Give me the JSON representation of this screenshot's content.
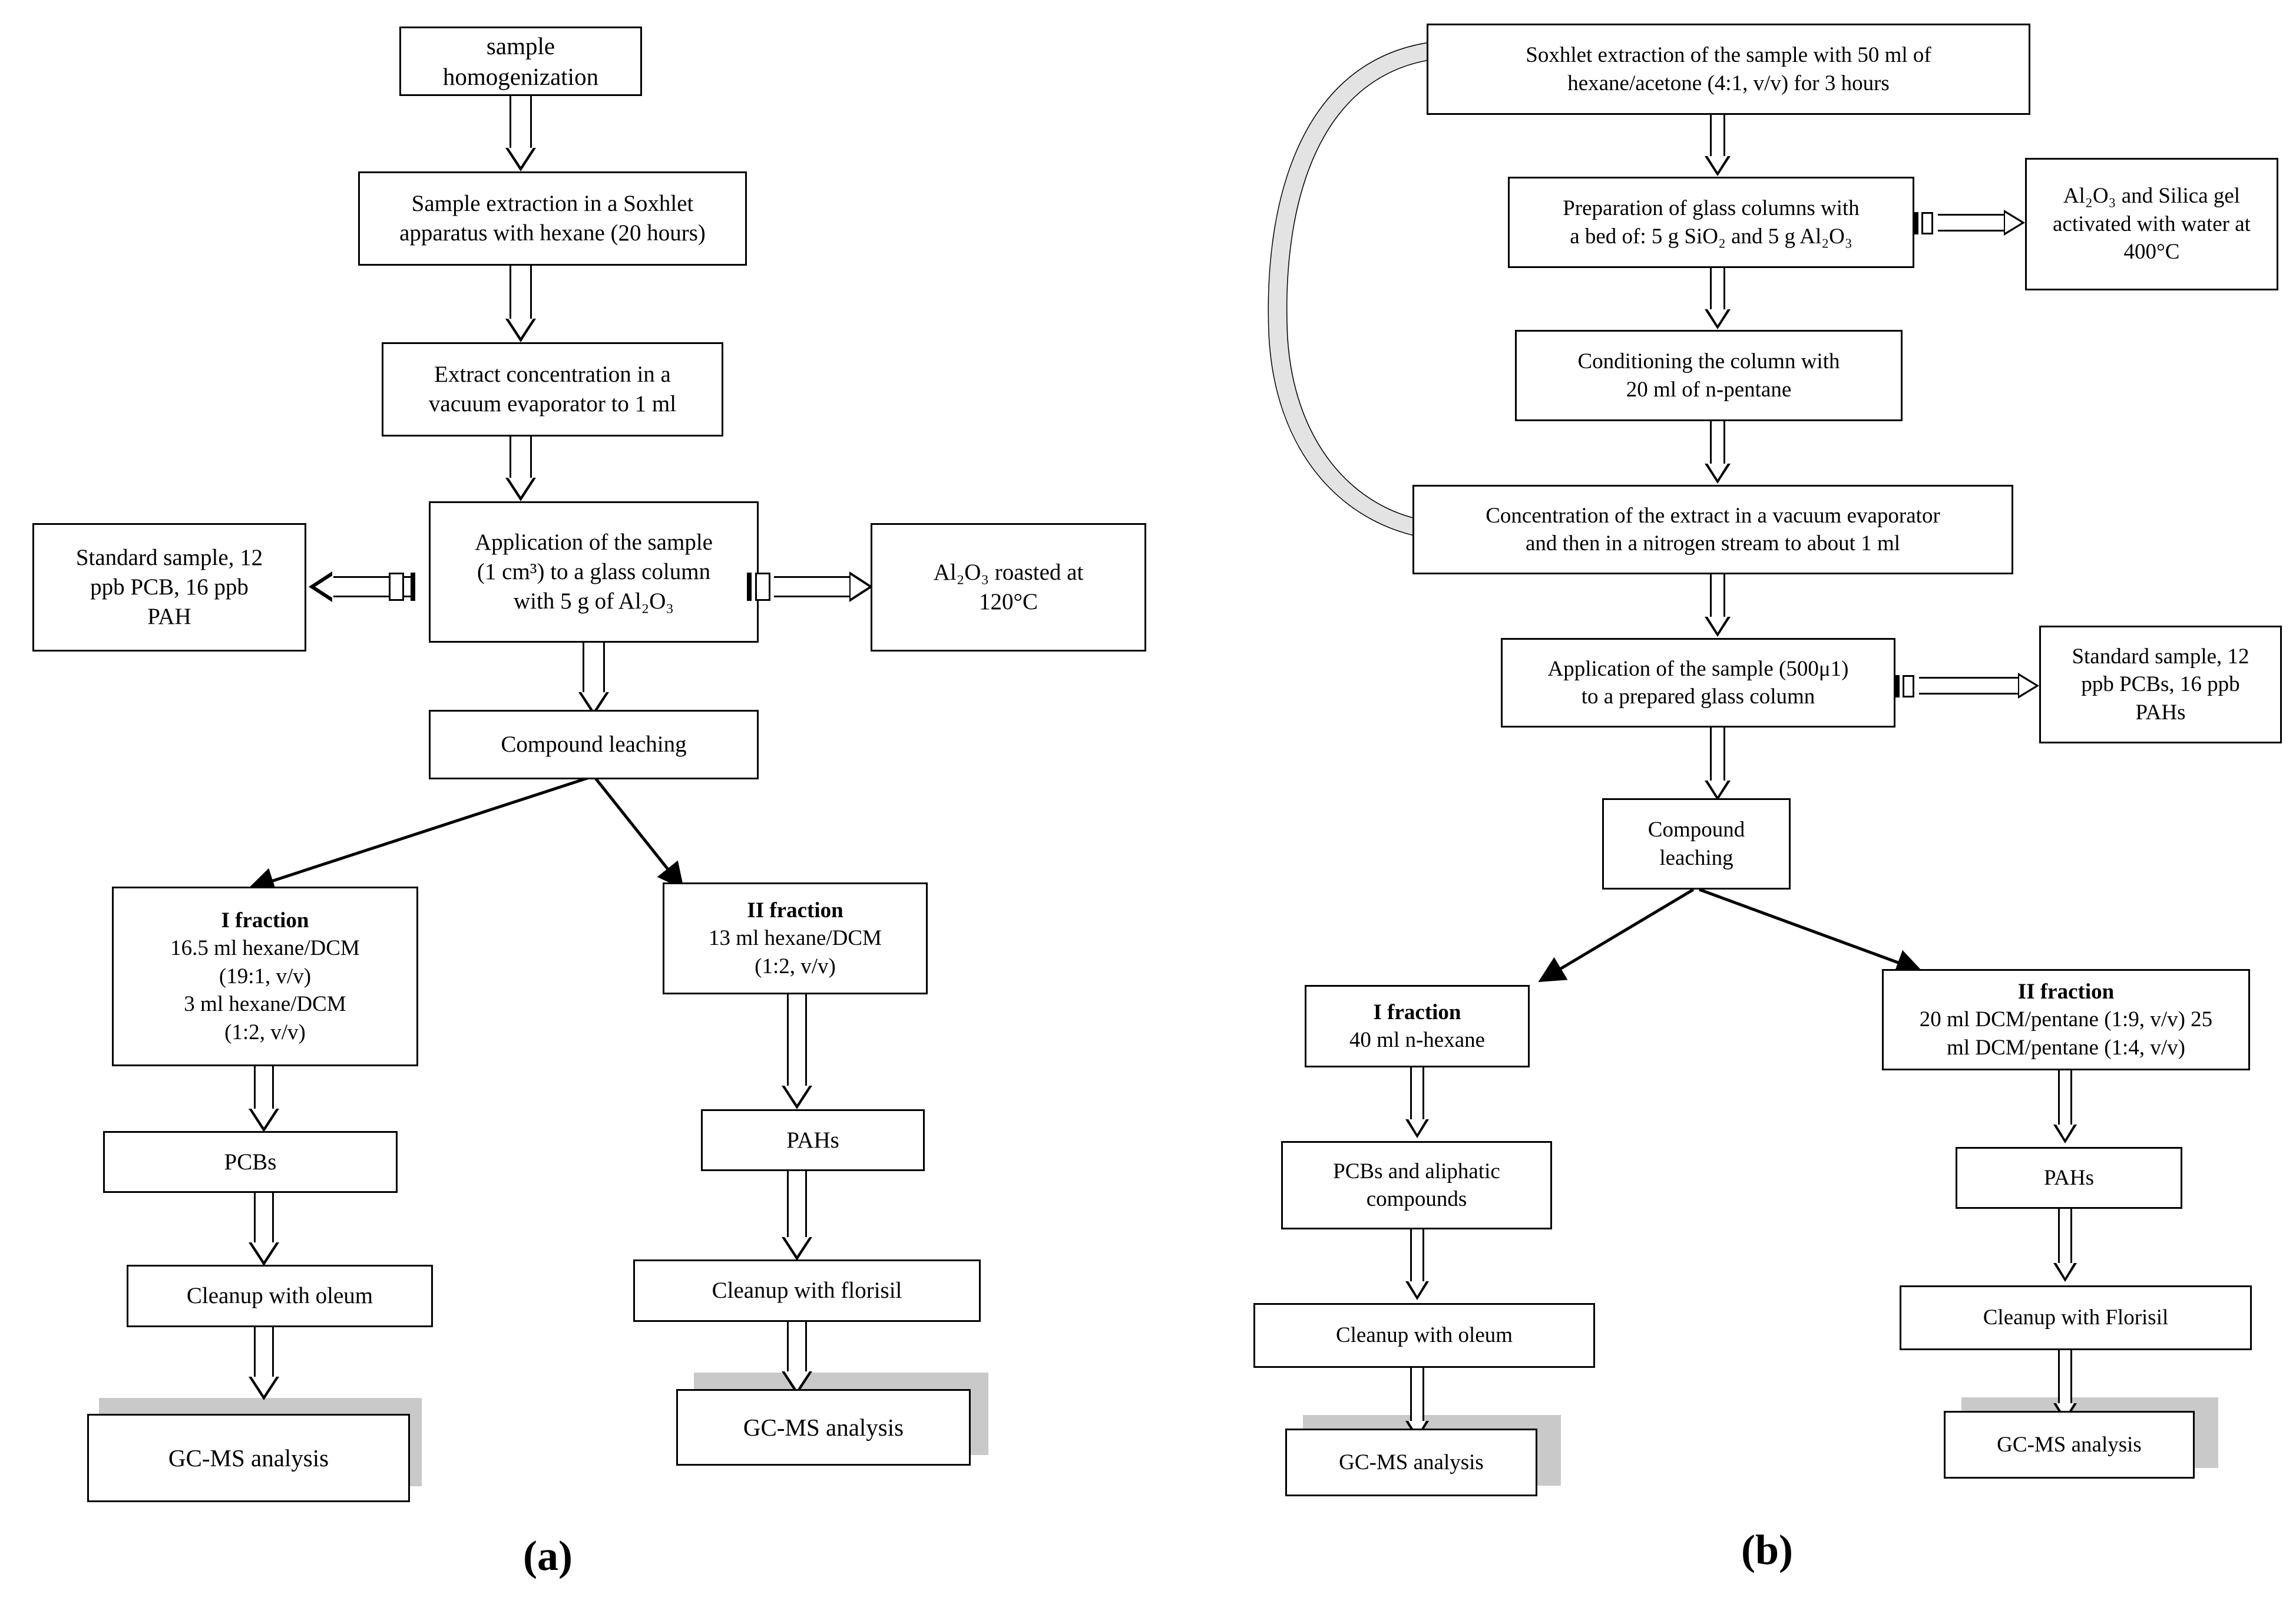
{
  "figure": {
    "panels": [
      {
        "id": "a",
        "caption": "(a)"
      },
      {
        "id": "b",
        "caption": "(b)"
      }
    ]
  },
  "panel_a": {
    "caption": "(a)",
    "nodes": {
      "homogenization": "sample homogenization",
      "soxhlet_l1": "Sample extraction in a Soxhlet",
      "soxhlet_l2": "apparatus with hexane (20 hours)",
      "concentration_l1": "Extract concentration in a",
      "concentration_l2": "vacuum evaporator to 1 ml",
      "application_l1": "Application of the sample",
      "application_l2": "(1 cm³) to a glass column",
      "application_l3": "with 5 g of Al₂O₃",
      "standard_l1": "Standard sample, 12",
      "standard_l2": "ppb PCB, 16 ppb",
      "standard_l3": "PAH",
      "alumina_l1": "Al₂O₃  roasted at",
      "alumina_l2": "120°C",
      "leaching": "Compound leaching",
      "frac1_head": "I fraction",
      "frac1_l1": "16.5 ml hexane/DCM",
      "frac1_l2": "(19:1, v/v)",
      "frac1_l3": "3 ml hexane/DCM",
      "frac1_l4": "(1:2, v/v)",
      "frac2_head": "II fraction",
      "frac2_l1": "13 ml hexane/DCM",
      "frac2_l2": "(1:2, v/v)",
      "pcbs": "PCBs",
      "pahs": "PAHs",
      "cleanup_oleum": "Cleanup with oleum",
      "cleanup_florisil": "Cleanup with florisil",
      "gcms_left": "GC-MS analysis",
      "gcms_right": "GC-MS analysis"
    }
  },
  "panel_b": {
    "caption": "(b)",
    "nodes": {
      "soxhlet_l1": "Soxhlet extraction of the sample with 50 ml of",
      "soxhlet_l2": "hexane/acetone (4:1, v/v) for 3 hours",
      "prep_l1": "Preparation of glass columns with",
      "prep_l2": "a bed of: 5 g SiO₂ and 5 g Al₂O₃",
      "activated_l1": "Al₂O₃  and Silica gel",
      "activated_l2": "activated with water at",
      "activated_l3": "400°C",
      "conditioning_l1": "Conditioning the column with",
      "conditioning_l2": "20 ml of n-pentane",
      "concentration_l1": "Concentration of the extract in a vacuum evaporator",
      "concentration_l2": "and then in a nitrogen stream to about 1 ml",
      "application_l1": "Application of the sample (500μ1)",
      "application_l2": "to a prepared glass column",
      "standard_l1": "Standard sample, 12",
      "standard_l2": "ppb PCBs, 16 ppb",
      "standard_l3": "PAHs",
      "leaching_l1": "Compound",
      "leaching_l2": "leaching",
      "frac1_head": "I fraction",
      "frac1_l1": "40 ml n-hexane",
      "frac2_head": "II fraction",
      "frac2_l1": "20 ml DCM/pentane (1:9, v/v) 25",
      "frac2_l2": "ml DCM/pentane (1:4, v/v)",
      "pcbs_aliphatic_l1": "PCBs and aliphatic",
      "pcbs_aliphatic_l2": "compounds",
      "pahs": "PAHs",
      "cleanup_oleum": "Cleanup with oleum",
      "cleanup_florisil": "Cleanup with Florisil",
      "gcms_left": "GC-MS analysis",
      "gcms_right": "GC-MS analysis"
    }
  },
  "colors": {
    "line": "#000000",
    "shadow": "#c9c9c9",
    "background": "#ffffff"
  }
}
